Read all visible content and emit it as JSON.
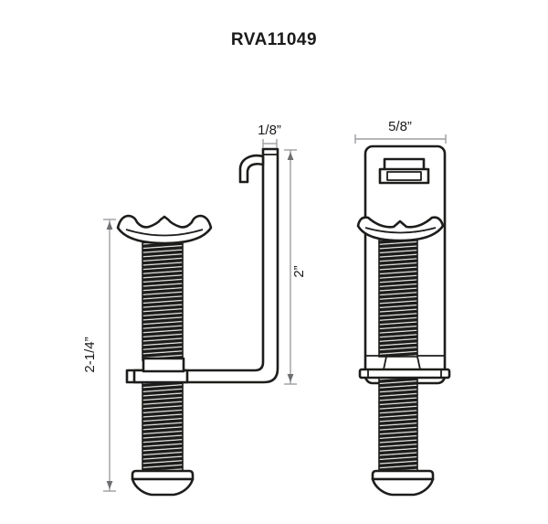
{
  "title": "RVA11049",
  "colors": {
    "part_line": "#1d1d1b",
    "dimension_line": "#9c9ea1",
    "text": "#1a1a1a",
    "background": "#ffffff"
  },
  "dimensions": {
    "bar_thickness": "1/8”",
    "plate_width": "5/8”",
    "bracket_height": "2”",
    "bolt_length": "2-1/4”"
  }
}
